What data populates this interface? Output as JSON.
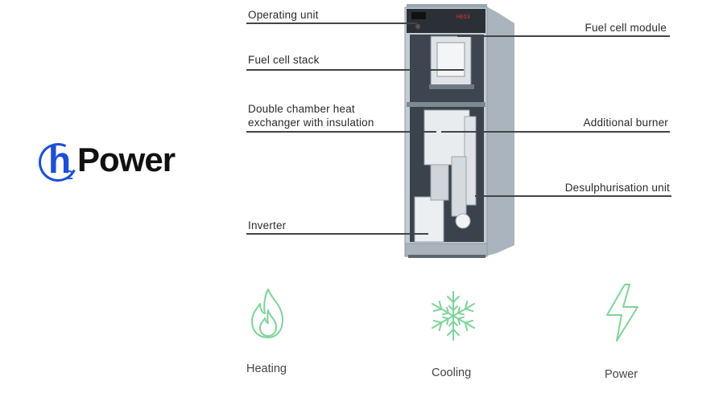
{
  "brand": {
    "logo_letter": "h",
    "logo_subscript": "2",
    "logo_word": "Power",
    "primary_color": "#1d4fd6"
  },
  "display": {
    "readout": "HEO3"
  },
  "callouts": {
    "left": [
      {
        "id": "operating-unit",
        "text": "Operating unit"
      },
      {
        "id": "fuel-cell-stack",
        "text": "Fuel cell stack"
      },
      {
        "id": "heat-exchanger-line1",
        "text": "Double chamber heat"
      },
      {
        "id": "heat-exchanger-line2",
        "text": "exchanger with insulation"
      },
      {
        "id": "inverter",
        "text": "Inverter"
      }
    ],
    "right": [
      {
        "id": "fuel-cell-module",
        "text": "Fuel cell module"
      },
      {
        "id": "additional-burner",
        "text": "Additional burner"
      },
      {
        "id": "desulphurisation-unit",
        "text": "Desulphurisation unit"
      }
    ]
  },
  "features": [
    {
      "label": "Heating",
      "icon": "flame-icon"
    },
    {
      "label": "Cooling",
      "icon": "snowflake-icon"
    },
    {
      "label": "Power",
      "icon": "lightning-icon"
    }
  ],
  "colors": {
    "icon_green": "#7fd39a",
    "cabinet_grey": "#b9c3cc",
    "leader_line": "#444444"
  }
}
